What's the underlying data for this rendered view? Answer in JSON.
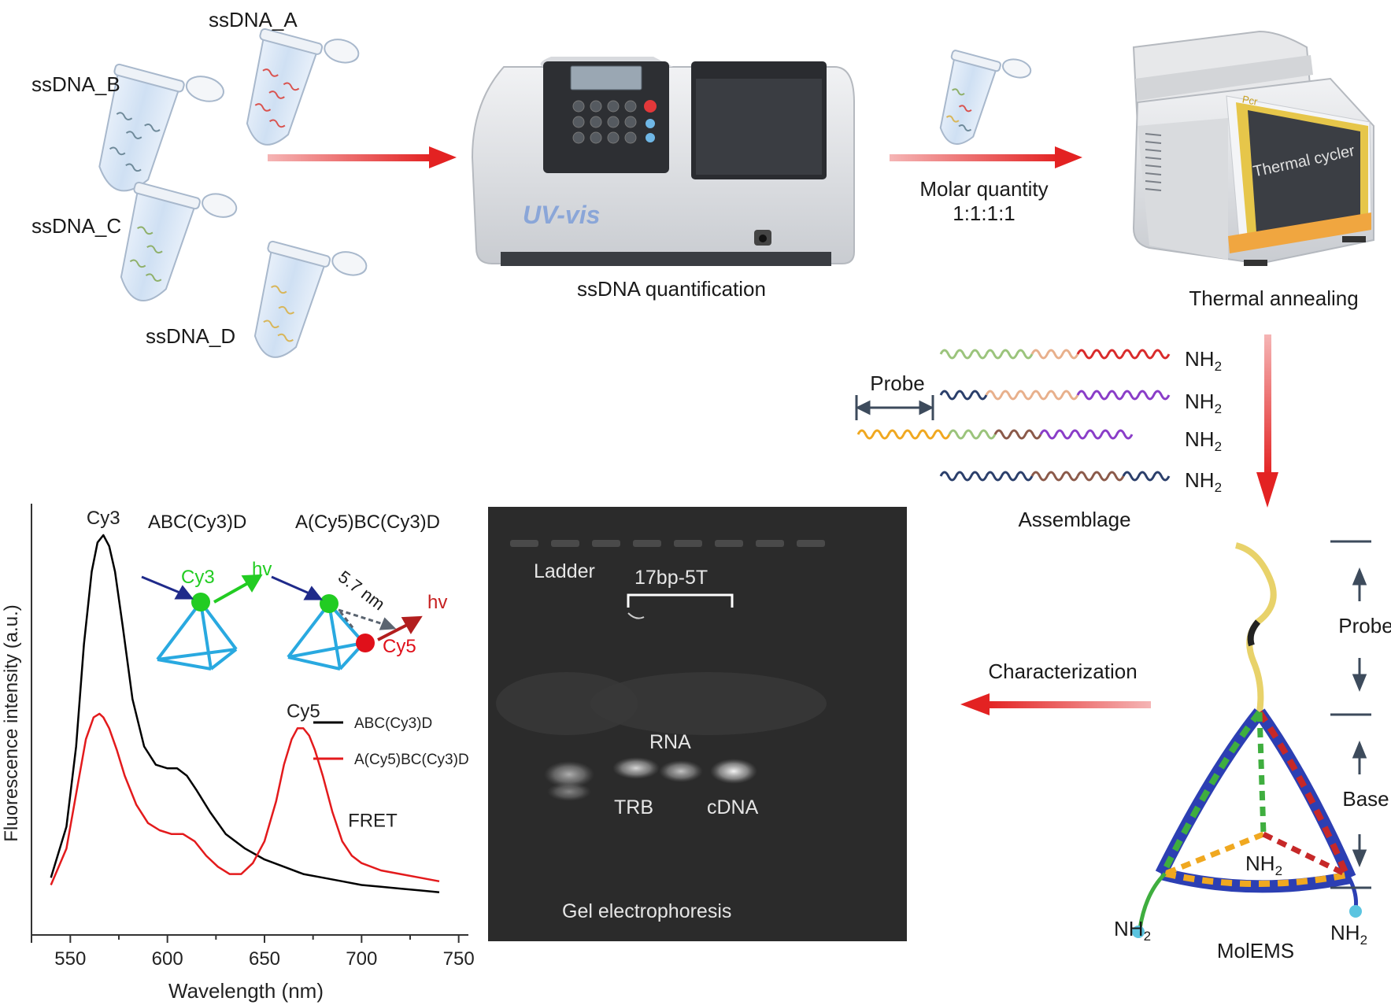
{
  "tubes": {
    "a": "ssDNA_A",
    "b": "ssDNA_B",
    "c": "ssDNA_C",
    "d": "ssDNA_D"
  },
  "uv": {
    "instrument_text": "UV-vis",
    "caption": "ssDNA quantification"
  },
  "mix": {
    "line1": "Molar quantity",
    "line2": "1:1:1:1"
  },
  "cycler": {
    "screen_text": "Thermal cycler",
    "brand_text": "Pcr",
    "caption": "Thermal annealing"
  },
  "assembly": {
    "probe_label": "Probe",
    "terminal_base": "NH",
    "terminal_sub": "2",
    "caption": "Assemblage"
  },
  "structure": {
    "probe_label": "Probe",
    "base_label": "Base",
    "nh_base": "NH",
    "nh_sub": "2",
    "caption": "MolEMS"
  },
  "characterization": {
    "label": "Characterization"
  },
  "gel": {
    "ladder": "Ladder",
    "group": "17bp-5T",
    "rna": "RNA",
    "trb": "TRB",
    "cdna": "cDNA",
    "caption": "Gel electrophoresis"
  },
  "spectrum_insets": {
    "donor_title": "ABC(Cy3)D",
    "fret_title": "A(Cy5)BC(Cy3)D",
    "cy3": "Cy3",
    "cy5": "Cy5",
    "hv": "hv",
    "distance": "5.7 nm"
  },
  "chart_data": {
    "type": "line",
    "xlabel": "Wavelength (nm)",
    "ylabel": "Fluorescence intensity (a.u.)",
    "xlim": [
      530,
      755
    ],
    "ylim": [
      0,
      1
    ],
    "x_ticks": [
      550,
      600,
      650,
      700,
      750
    ],
    "y_ticks": [],
    "grid": false,
    "legend": "center-right",
    "peak_labels": [
      {
        "text": "Cy3",
        "x": 567,
        "y": 1.0
      },
      {
        "text": "Cy5",
        "x": 670,
        "y": 0.47
      }
    ],
    "annotations": [
      {
        "text": "FRET",
        "x": 693,
        "y": 0.2
      }
    ],
    "series": [
      {
        "name": "ABC(Cy3)D",
        "color": "#000000",
        "x": [
          540,
          548,
          553,
          557,
          561,
          564,
          567,
          570,
          573,
          577,
          582,
          588,
          594,
          600,
          605,
          610,
          615,
          622,
          630,
          640,
          650,
          660,
          670,
          680,
          690,
          700,
          710,
          720,
          730,
          740
        ],
        "y": [
          0.06,
          0.2,
          0.42,
          0.7,
          0.9,
          0.98,
          1.0,
          0.97,
          0.9,
          0.75,
          0.55,
          0.42,
          0.37,
          0.36,
          0.36,
          0.34,
          0.3,
          0.24,
          0.18,
          0.14,
          0.11,
          0.09,
          0.07,
          0.06,
          0.05,
          0.04,
          0.035,
          0.03,
          0.025,
          0.02
        ]
      },
      {
        "name": "A(Cy5)BC(Cy3)D",
        "color": "#e31a1c",
        "x": [
          540,
          548,
          554,
          558,
          562,
          565,
          567,
          570,
          574,
          578,
          584,
          590,
          596,
          602,
          608,
          614,
          620,
          626,
          632,
          638,
          644,
          650,
          656,
          660,
          664,
          667,
          670,
          673,
          676,
          680,
          685,
          690,
          695,
          700,
          710,
          720,
          730,
          740
        ],
        "y": [
          0.04,
          0.14,
          0.32,
          0.44,
          0.5,
          0.51,
          0.5,
          0.47,
          0.41,
          0.34,
          0.26,
          0.21,
          0.19,
          0.18,
          0.18,
          0.16,
          0.12,
          0.09,
          0.07,
          0.07,
          0.1,
          0.16,
          0.27,
          0.37,
          0.44,
          0.47,
          0.47,
          0.45,
          0.41,
          0.34,
          0.24,
          0.16,
          0.12,
          0.1,
          0.08,
          0.07,
          0.06,
          0.05
        ]
      }
    ]
  }
}
